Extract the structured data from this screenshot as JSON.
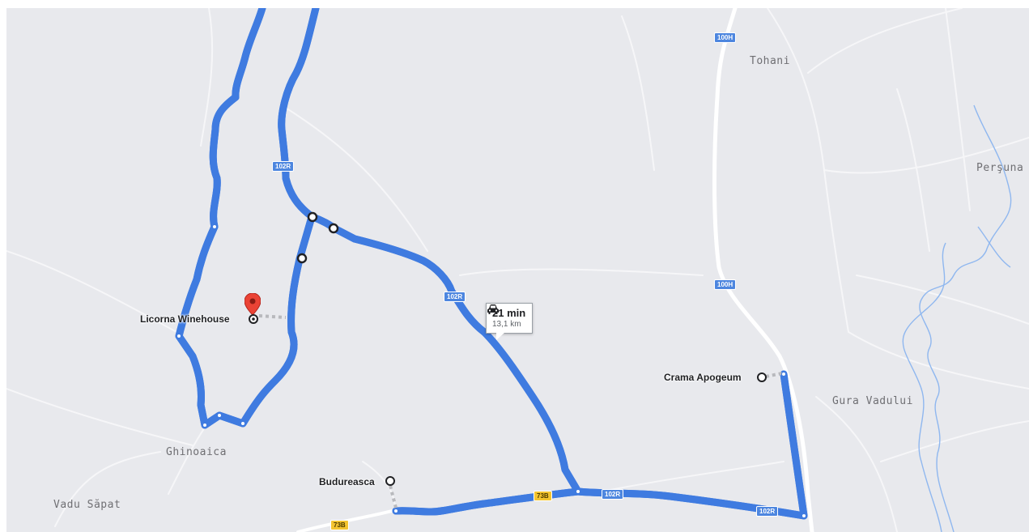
{
  "map": {
    "towns": [
      {
        "id": "tohani",
        "label": "Tohani"
      },
      {
        "id": "persuna",
        "label": "Perşuna"
      },
      {
        "id": "gura-vadului",
        "label": "Gura Vadului"
      },
      {
        "id": "ghinoaica",
        "label": "Ghinoaica"
      },
      {
        "id": "vadu-sapat",
        "label": "Vadu Săpat"
      }
    ],
    "places": [
      {
        "id": "licorna-winehouse",
        "label": "Licorna Winehouse"
      },
      {
        "id": "crama-apogeum",
        "label": "Crama Apogeum"
      },
      {
        "id": "budureasca",
        "label": "Budureasca"
      }
    ],
    "road_shields": [
      {
        "id": "s-100h-top",
        "label": "100H",
        "color": "blue"
      },
      {
        "id": "s-100h-mid",
        "label": "100H",
        "color": "blue"
      },
      {
        "id": "s-102r-a",
        "label": "102R",
        "color": "blue"
      },
      {
        "id": "s-102r-b",
        "label": "102R",
        "color": "blue"
      },
      {
        "id": "s-102r-c",
        "label": "102R",
        "color": "blue"
      },
      {
        "id": "s-102r-d",
        "label": "102R",
        "color": "blue"
      },
      {
        "id": "s-73b-a",
        "label": "73B",
        "color": "yellow"
      },
      {
        "id": "s-73b-b",
        "label": "73B",
        "color": "yellow"
      }
    ],
    "route": {
      "duration": "21 min",
      "distance": "13,1 km",
      "mode_icon": "car-icon"
    },
    "colors": {
      "background": "#e8e9ed",
      "route": "#5b95ec",
      "route_outline": "#3f7be0",
      "water": "#8fb7ef",
      "marker": "#ea4335",
      "shield_blue": "#4d86df",
      "shield_yellow": "#f4c430"
    }
  }
}
